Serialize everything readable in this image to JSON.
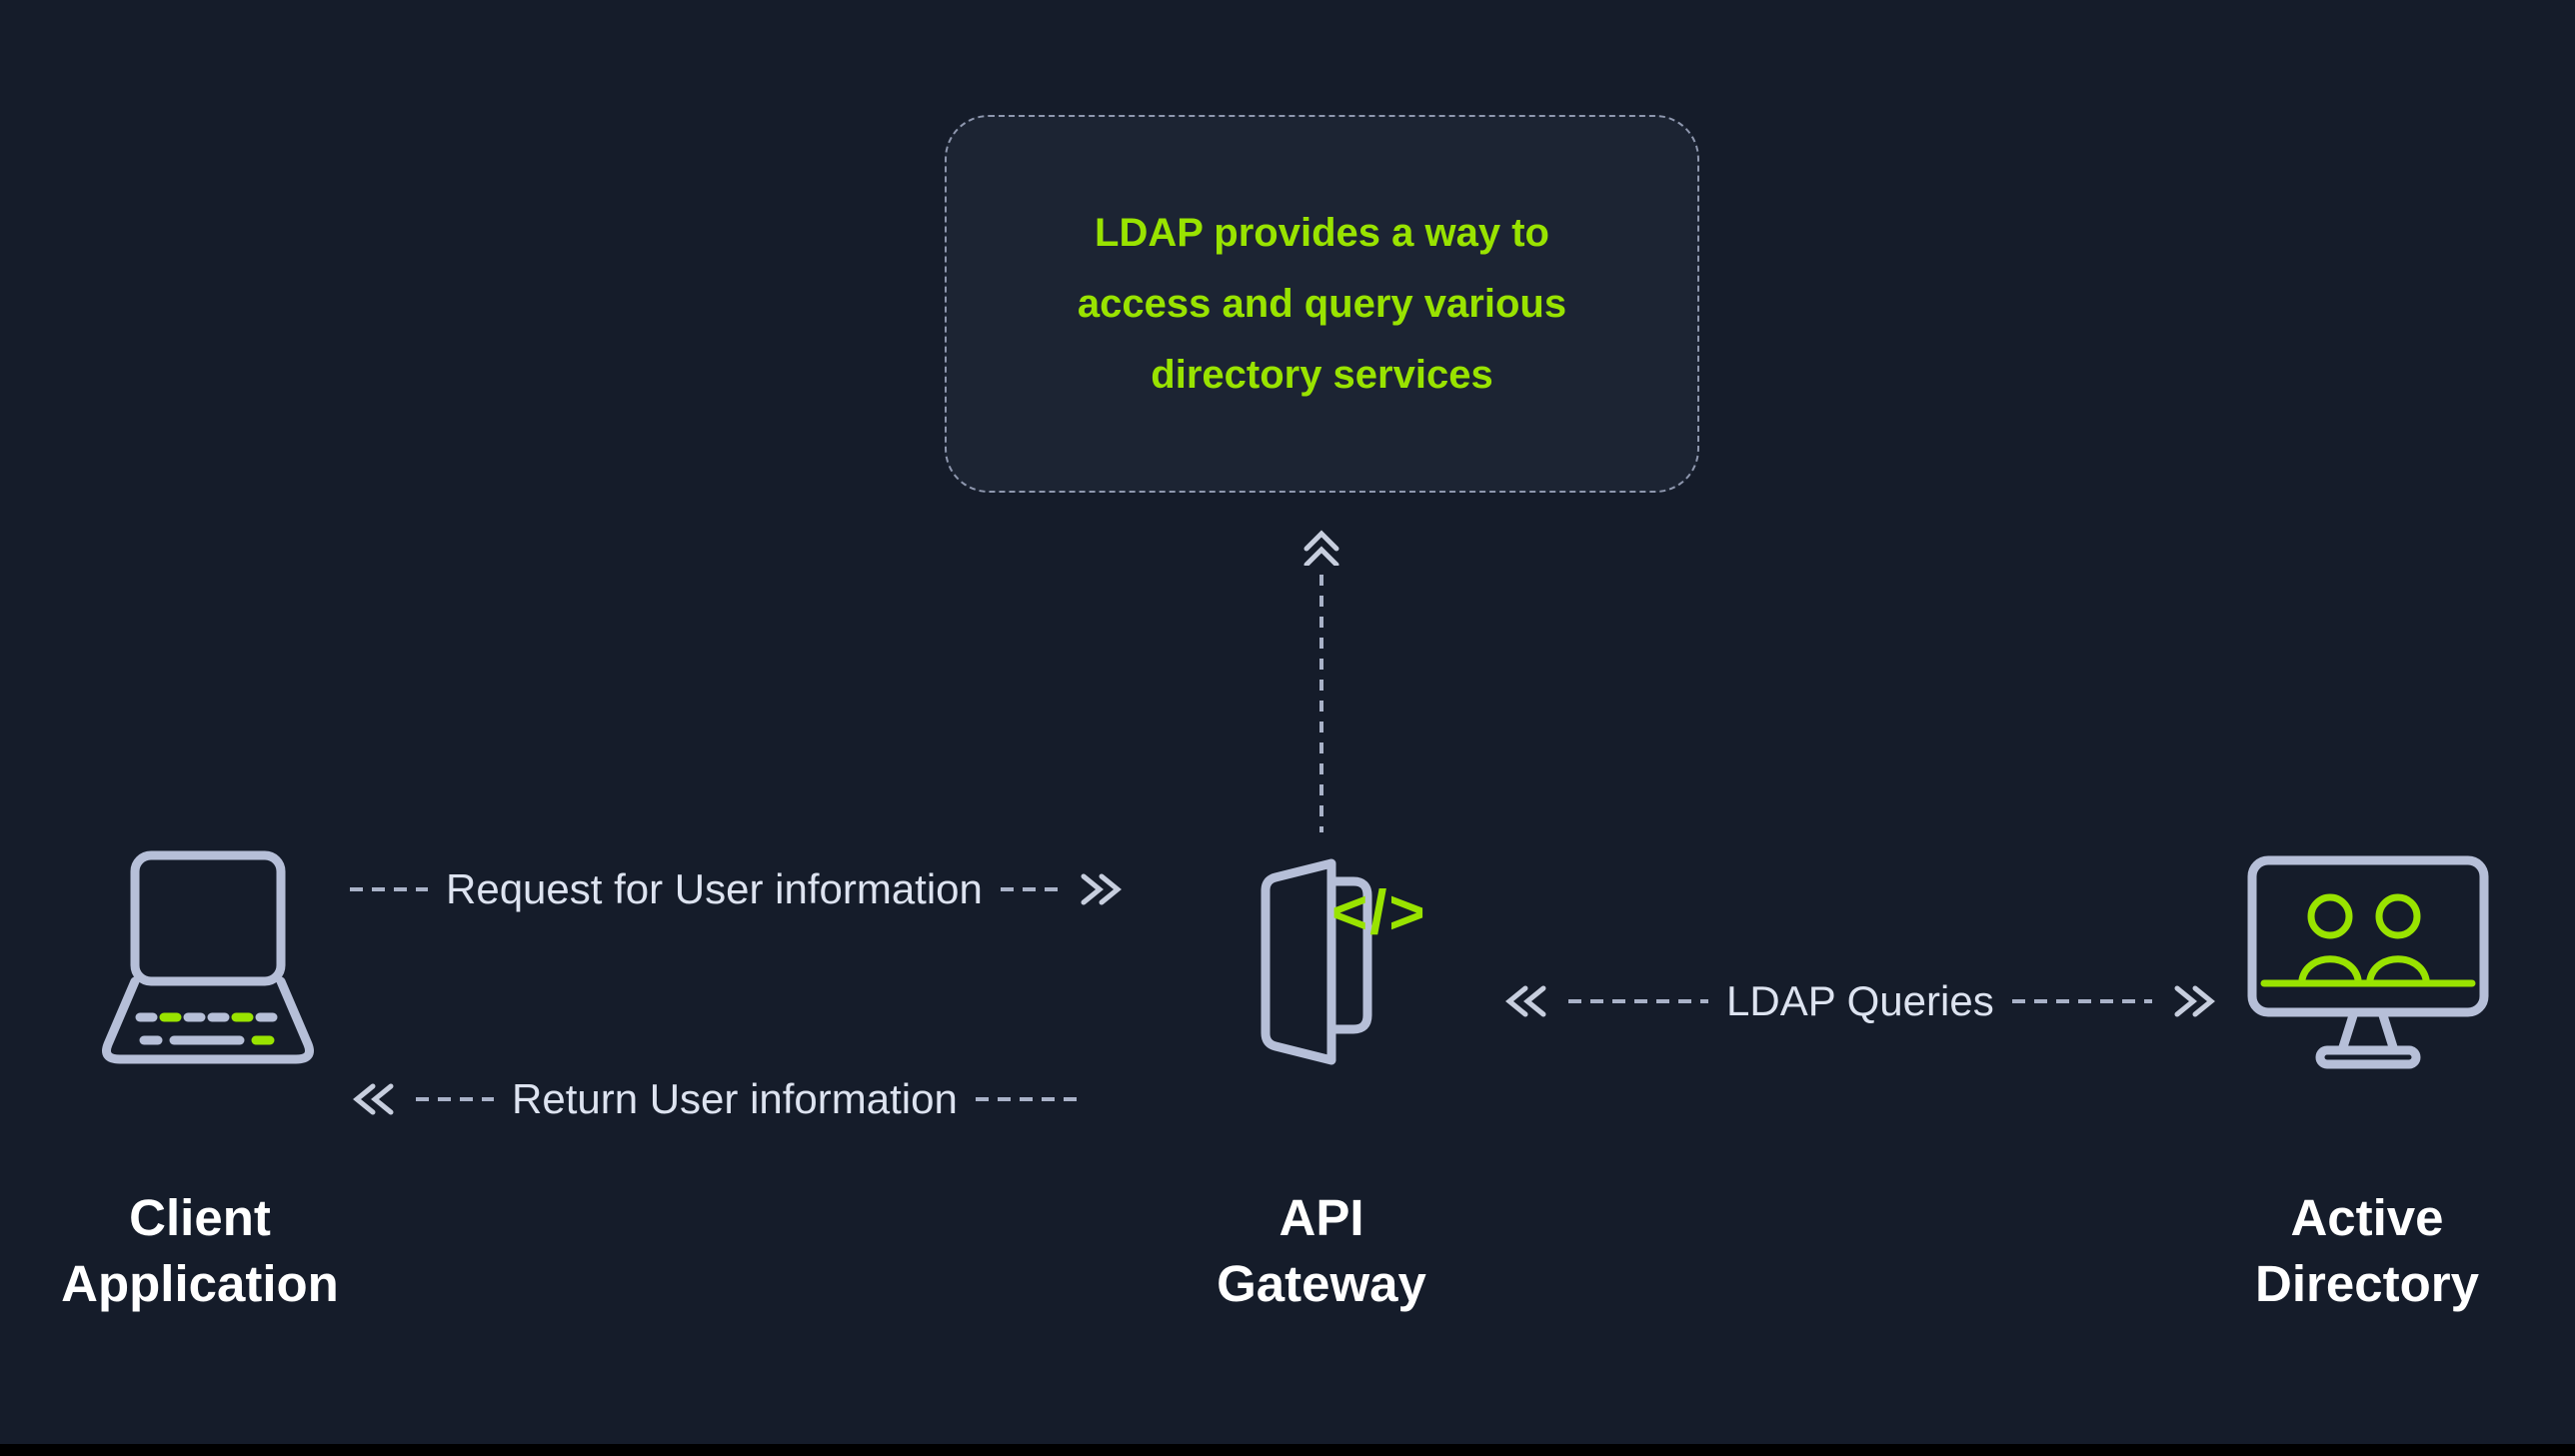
{
  "note": {
    "lines": [
      "LDAP provides a way to",
      "access and query various",
      "directory services"
    ]
  },
  "nodes": {
    "client": {
      "line1": "Client",
      "line2": "Application"
    },
    "gateway": {
      "line1": "API",
      "line2": "Gateway"
    },
    "directory": {
      "line1": "Active",
      "line2": "Directory"
    }
  },
  "flows": {
    "request_label": "Request for User information",
    "return_label": "Return User information",
    "ldap_label": "LDAP Queries"
  },
  "icons": {
    "code_symbol": "</>"
  },
  "colors": {
    "background": "#151C2A",
    "note_background": "#1C2433",
    "accent_green": "#99E300",
    "icon_stroke": "#B6BFD8",
    "text_primary": "#FFFFFF",
    "text_secondary": "#DDE3F0",
    "dash_line": "#A9B2C8"
  }
}
